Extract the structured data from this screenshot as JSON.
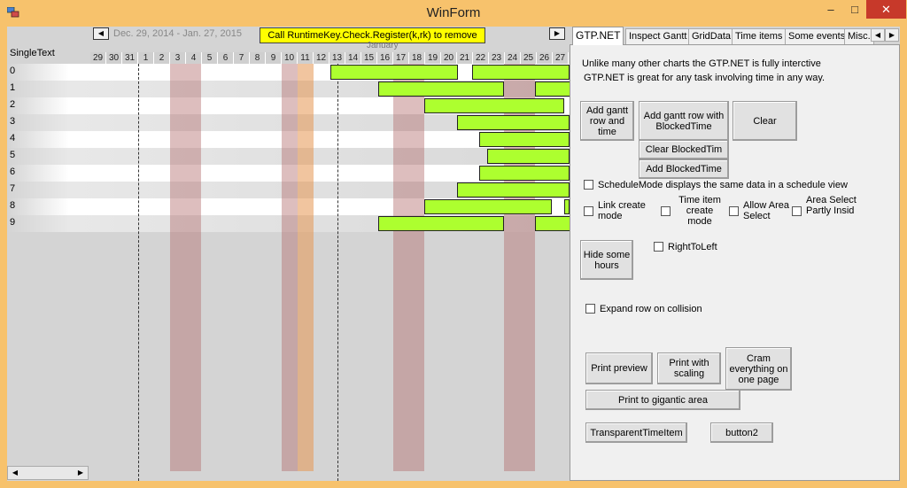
{
  "window": {
    "title": "WinForm",
    "minimize": "–",
    "maximize": "□",
    "close": "✕"
  },
  "gantt": {
    "nav_prev": "◀",
    "nav_next": "▶",
    "date_range": "Dec. 29, 2014 - Jan. 27, 2015",
    "license_message": "Call RuntimeKey.Check.Register(k,rk) to remove",
    "month_label": "January",
    "column_header": "SingleText",
    "days": [
      "29",
      "30",
      "31",
      "1",
      "2",
      "3",
      "4",
      "5",
      "6",
      "7",
      "8",
      "9",
      "10",
      "11",
      "12",
      "13",
      "14",
      "15",
      "16",
      "17",
      "18",
      "19",
      "20",
      "21",
      "22",
      "23",
      "24",
      "25",
      "26",
      "27"
    ],
    "rows": [
      "0",
      "1",
      "2",
      "3",
      "4",
      "5",
      "6",
      "7",
      "8",
      "9"
    ],
    "scroll_left": "◀",
    "scroll_right": "▶",
    "colors": {
      "bar": "#adff2f",
      "blocked": "#c9a0a0",
      "highlight": "#e6b08a"
    }
  },
  "tabs": [
    "GTP.NET",
    "Inspect Gantt",
    "GridData",
    "Time items",
    "Some events",
    "Misc."
  ],
  "tab_scroll": {
    "left": "◀",
    "right": "▶"
  },
  "panel": {
    "intro_line1": "Unlike many other charts the GTP.NET is fully interctive",
    "intro_line2": "GTP.NET is great for any task involving time in any way.",
    "add_gantt_row": "Add gantt row and time",
    "add_gantt_row_blocked": "Add gantt row with BlockedTime",
    "clear": "Clear",
    "clear_blocked": "Clear BlockedTim",
    "add_blocked": "Add BlockedTime",
    "schedule_mode": "ScheduleMode displays the same data in a schedule view",
    "link_create": "Link create mode",
    "time_item_create": "Time item create mode",
    "allow_area_select": "Allow Area Select",
    "area_select_partly": "Area Select Partly Insid",
    "hide_hours": "Hide some hours",
    "right_to_left": "RightToLeft",
    "expand_row": "Expand row on collision",
    "print_preview": "Print preview",
    "print_scaling": "Print with scaling",
    "cram": "Cram everything on one page",
    "print_gigantic": "Print to gigantic area",
    "transparent_time_item": "TransparentTimeItem",
    "button2": "button2"
  }
}
